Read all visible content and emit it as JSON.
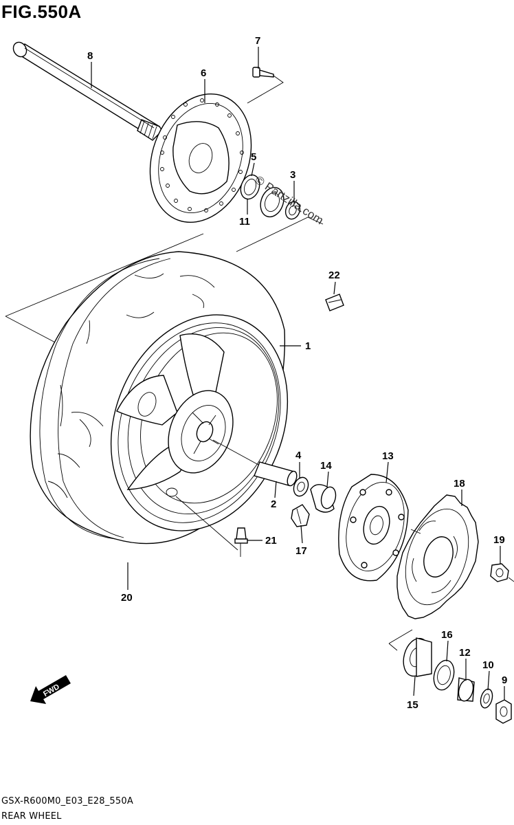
{
  "figure": {
    "title": "FIG.550A",
    "code": "GSX-R600M0_E03_E28_550A",
    "name": "REAR WHEEL",
    "watermark": "© Partzilla.com",
    "fwd_label": "FWD"
  },
  "callouts": [
    {
      "id": "1",
      "label": "1"
    },
    {
      "id": "2",
      "label": "2"
    },
    {
      "id": "3",
      "label": "3"
    },
    {
      "id": "4",
      "label": "4"
    },
    {
      "id": "5",
      "label": "5"
    },
    {
      "id": "6",
      "label": "6"
    },
    {
      "id": "7",
      "label": "7"
    },
    {
      "id": "8",
      "label": "8"
    },
    {
      "id": "9",
      "label": "9"
    },
    {
      "id": "10",
      "label": "10"
    },
    {
      "id": "11",
      "label": "11"
    },
    {
      "id": "12",
      "label": "12"
    },
    {
      "id": "13",
      "label": "13"
    },
    {
      "id": "14",
      "label": "14"
    },
    {
      "id": "15",
      "label": "15"
    },
    {
      "id": "16",
      "label": "16"
    },
    {
      "id": "17",
      "label": "17"
    },
    {
      "id": "18",
      "label": "18"
    },
    {
      "id": "19",
      "label": "19"
    },
    {
      "id": "20",
      "label": "20"
    },
    {
      "id": "21",
      "label": "21"
    },
    {
      "id": "22",
      "label": "22"
    }
  ]
}
